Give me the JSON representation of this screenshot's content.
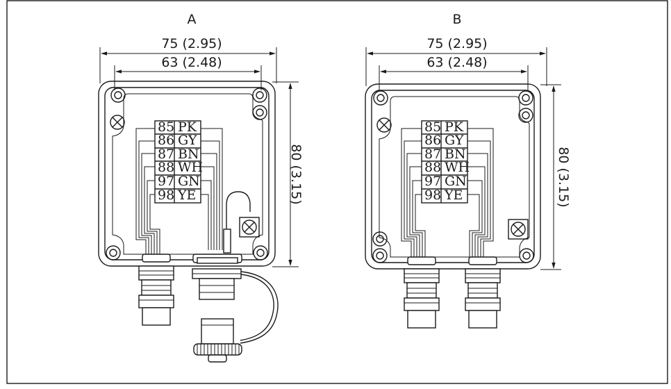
{
  "variants": [
    {
      "label": "A",
      "dim_outer_width": "75 (2.95)",
      "dim_inner_width": "63 (2.48)",
      "dim_height": "80 (3.15)",
      "terminals": [
        {
          "number": "85",
          "color": "PK"
        },
        {
          "number": "86",
          "color": "GY"
        },
        {
          "number": "87",
          "color": "BN"
        },
        {
          "number": "88",
          "color": "WH"
        },
        {
          "number": "97",
          "color": "GN"
        },
        {
          "number": "98",
          "color": "YE"
        }
      ]
    },
    {
      "label": "B",
      "dim_outer_width": "75 (2.95)",
      "dim_inner_width": "63 (2.48)",
      "dim_height": "80 (3.15)",
      "terminals": [
        {
          "number": "85",
          "color": "PK"
        },
        {
          "number": "86",
          "color": "GY"
        },
        {
          "number": "87",
          "color": "BN"
        },
        {
          "number": "88",
          "color": "WH"
        },
        {
          "number": "97",
          "color": "GN"
        },
        {
          "number": "98",
          "color": "YE"
        }
      ]
    }
  ]
}
